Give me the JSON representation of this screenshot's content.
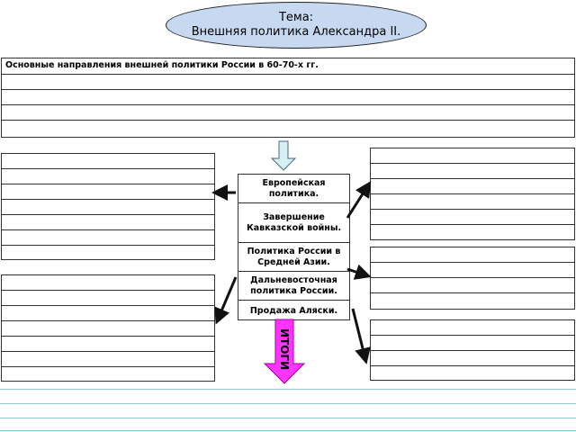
{
  "topic": {
    "label": "Тема:",
    "title": "Внешняя политика Александра II."
  },
  "directions_table": {
    "header": "Основные направления внешней политики России в 60-70-х гг."
  },
  "policies": [
    "Европейская политика.",
    "Завершение Кавказской войны.",
    "Политика России в Средней Азии.",
    "Дальневосточная политика России.",
    "Продажа Аляски."
  ],
  "results_label": "ИТОГИ",
  "colors": {
    "oval_fill": "#c6d9f1",
    "down_arrow_fill": "#d7f0f5",
    "results_arrow_fill": "#ff33ff",
    "bottom_lines": "#8fc8d8"
  }
}
